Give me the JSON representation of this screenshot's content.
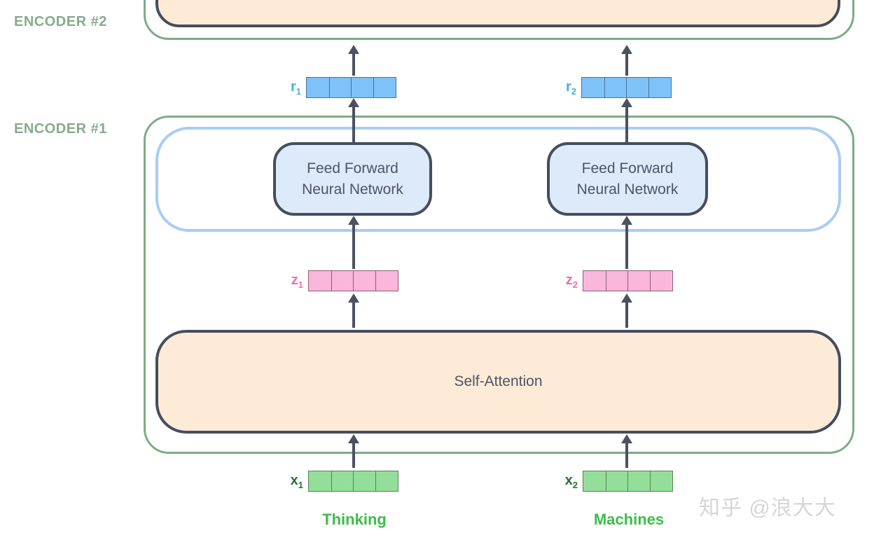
{
  "diagram": {
    "encoder2_label": "ENCODER #2",
    "encoder1_label": "ENCODER #1",
    "ffnn_line1": "Feed Forward",
    "ffnn_line2": "Neural Network",
    "self_attention_label": "Self-Attention",
    "vectors": {
      "cells_per_vector": 4,
      "r1": {
        "base": "r",
        "sub": "1"
      },
      "r2": {
        "base": "r",
        "sub": "2"
      },
      "z1": {
        "base": "z",
        "sub": "1"
      },
      "z2": {
        "base": "z",
        "sub": "2"
      },
      "x1": {
        "base": "x",
        "sub": "1"
      },
      "x2": {
        "base": "x",
        "sub": "2"
      }
    },
    "words": {
      "word1": "Thinking",
      "word2": "Machines"
    },
    "watermark": "知乎 @浪大大",
    "colors": {
      "encoder_border": "#7dac84",
      "encoder_label": "#87ab8c",
      "inner_layer_border": "#a9ccf4",
      "box_border_dark": "#454e5c",
      "ffnn_fill": "#dceafa",
      "attention_fill": "#fdebd8",
      "box_text": "#4d5561",
      "r_cell": "#7ec2f7",
      "r_cell_border": "#477199",
      "r_label": "#48ade6",
      "z_cell": "#fab6db",
      "z_cell_border": "#8a5f74",
      "z_label": "#ee6eb1",
      "x_cell": "#93df99",
      "x_cell_border": "#56815b",
      "x_label": "#27722c",
      "word_label": "#3dbc4a",
      "arrow": "#4a5260",
      "watermark": "#d6d6d6"
    }
  }
}
